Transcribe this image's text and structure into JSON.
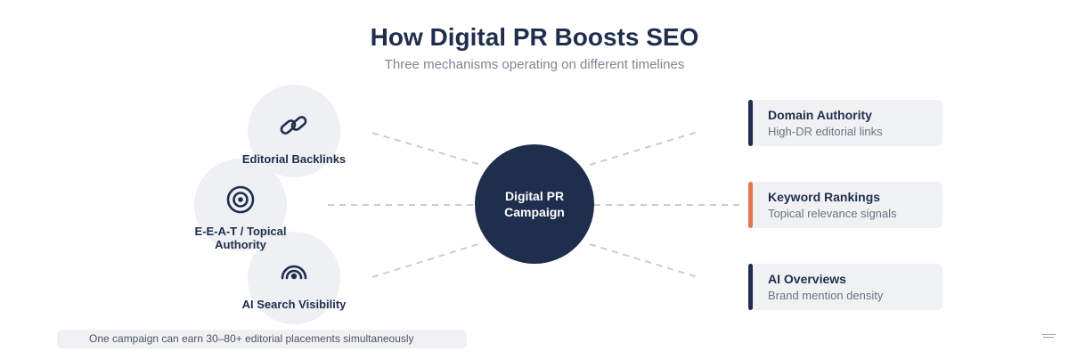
{
  "header": {
    "title": "How Digital PR Boosts SEO",
    "subtitle": "Three mechanisms operating on different timelines"
  },
  "hub": {
    "label": "Digital PR Campaign"
  },
  "mechanisms": [
    {
      "label": "Editorial Backlinks",
      "icon": "link-icon"
    },
    {
      "label": "E-E-A-T / Topical Authority",
      "icon": "target-icon"
    },
    {
      "label": "AI Search Visibility",
      "icon": "signal-icon"
    }
  ],
  "outcomes": [
    {
      "title": "Domain Authority",
      "subtitle": "High-DR editorial links",
      "accent": "#1f2e4d"
    },
    {
      "title": "Keyword Rankings",
      "subtitle": "Topical relevance signals",
      "accent": "#e8734f"
    },
    {
      "title": "AI Overviews",
      "subtitle": "Brand mention density",
      "accent": "#1f2e4d"
    }
  ],
  "footer": {
    "note": "One campaign can earn 30–80+ editorial placements simultaneously"
  },
  "colors": {
    "navy": "#1f2e4d",
    "orange": "#e8734f",
    "bubble_bg": "#eef0f3",
    "card_bg": "#f0f1f3",
    "connector": "#c9ccd2"
  }
}
